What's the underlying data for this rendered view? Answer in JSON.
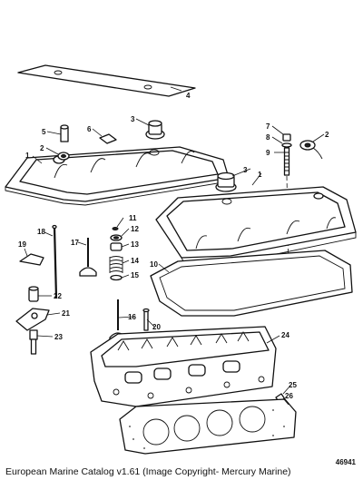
{
  "figure_number": "46941",
  "caption": "European Marine Catalog v1.61 (Image Copyright- Mercury Marine)",
  "callouts": [
    "1",
    "2",
    "3",
    "4",
    "5",
    "6",
    "7",
    "8",
    "9",
    "10",
    "11",
    "12",
    "13",
    "14",
    "15",
    "16",
    "17",
    "18",
    "19",
    "20",
    "21",
    "22",
    "23",
    "24",
    "25",
    "26"
  ]
}
